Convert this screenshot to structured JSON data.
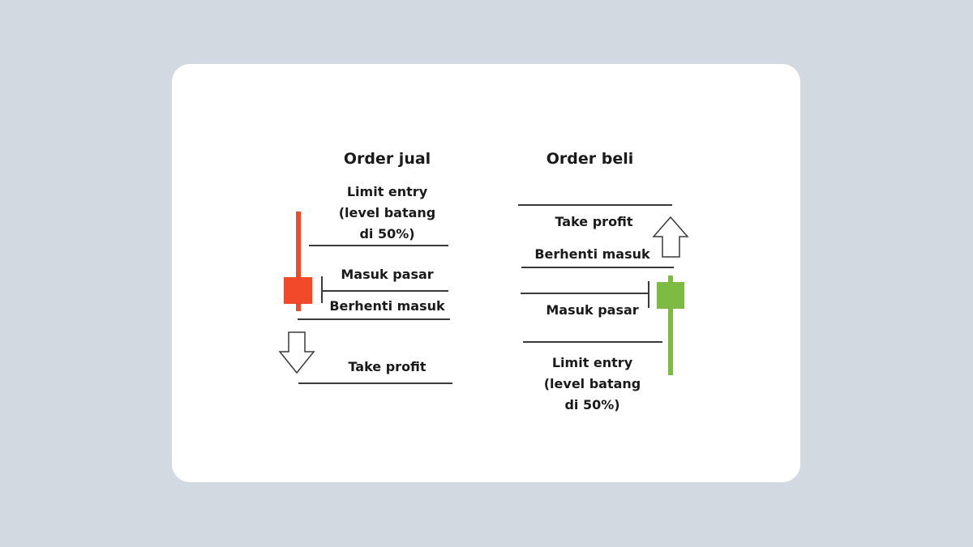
{
  "sell": {
    "heading": "Order jual",
    "limit_entry": [
      "Limit entry",
      "(level batang",
      "di 50%)"
    ],
    "market_entry": "Masuk pasar",
    "stop_loss": "Berhenti masuk",
    "take_profit": "Take profit",
    "candle_color": "#f2492b",
    "arrow": "down-arrow-icon"
  },
  "buy": {
    "heading": "Order beli",
    "take_profit": "Take profit",
    "stop_loss": "Berhenti masuk",
    "market_entry": "Masuk pasar",
    "limit_entry": [
      "Limit entry",
      "(level batang",
      "di 50%)"
    ],
    "candle_color": "#7dbb42",
    "arrow": "up-arrow-icon"
  },
  "colors": {
    "background": "#d2d9e1",
    "card": "#ffffff",
    "line": "#3a3a3a",
    "text": "#1a1a1a"
  }
}
